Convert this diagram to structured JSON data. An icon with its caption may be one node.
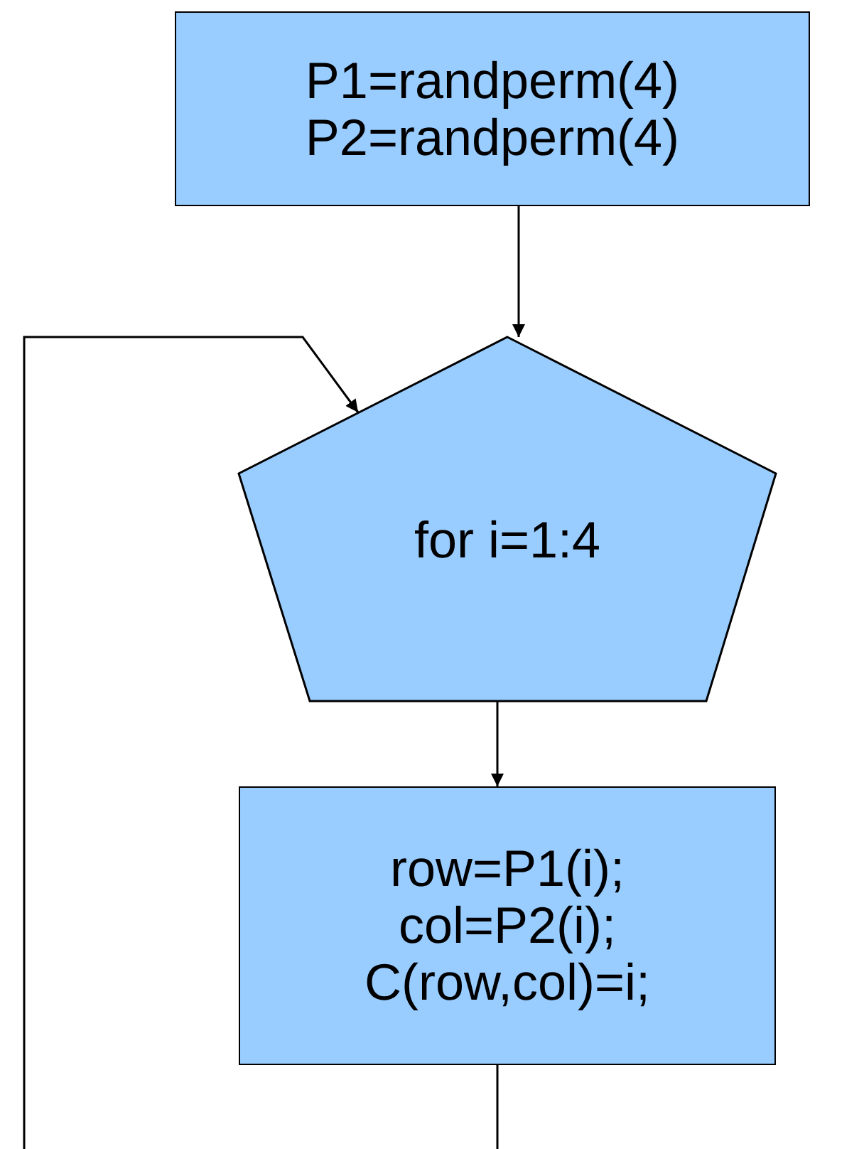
{
  "diagram": {
    "nodes": [
      {
        "text": [
          "P1=randperm(4)",
          "P2=randperm(4)"
        ]
      },
      {
        "text": [
          "for i=1:4"
        ]
      },
      {
        "text": [
          "row=P1(i);",
          "col=P2(i);",
          "C(row,col)=i;"
        ]
      }
    ],
    "edges": [
      {
        "from": 0,
        "to": 1,
        "arrow": "to"
      },
      {
        "from": 1,
        "to": 2,
        "arrow": "to"
      },
      {
        "from": 2,
        "to": 1,
        "arrow": "to"
      }
    ]
  }
}
